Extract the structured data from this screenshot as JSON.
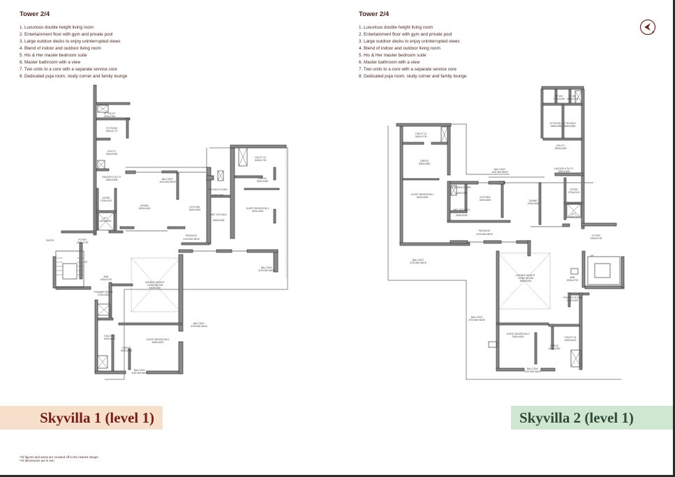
{
  "left_info": {
    "heading": "Tower 2/4",
    "features": [
      "1. Luxurious double height living room",
      "2. Entertainment floor with gym and private pool",
      "3. Large outdoor decks to enjoy uninterrupted views",
      "4. Blend of indoor and outdoor living room",
      "5. His & Her master bedroom suite",
      "6. Master bathroom with a view",
      "7. Two units to a core with a separate service core",
      "8. Dedicated puja room, study corner and family lounge"
    ]
  },
  "right_info": {
    "heading": "Tower 2/4",
    "features": [
      "1. Luxurious double height living room",
      "2. Entertainment floor with gym and private pool",
      "3. Large outdoor decks to enjoy uninterrupted views",
      "4. Blend of indoor and outdoor living room",
      "5. His & Her master bedroom suite",
      "6. Master bathroom with a view",
      "7. Two units to a core with a separate service core",
      "8. Dedicated puja room, study corner and family lounge"
    ]
  },
  "compass": {
    "icon": "north-arrow-icon",
    "color": "#6b2a1c"
  },
  "plan_left": {
    "title": "Skyvilla 1 (level 1)",
    "badge_color": "#f6e0cc",
    "text_color": "#7a1a14",
    "entry_label": "ENTRY",
    "rooms": {
      "st_toilet": [
        "ST TOILET",
        "1300x1340"
      ],
      "st_room": [
        "ST ROOM",
        "2900x1770"
      ],
      "utility": [
        "UTILITY",
        "3000x2450"
      ],
      "indoor_utility": [
        "INDOOR UTILITY",
        "2800x1605"
      ],
      "store": [
        "STORE",
        "1705x2100"
      ],
      "lift": [
        "LIFT",
        "1800x2000"
      ],
      "foyer": [
        "FOYER",
        "1900x2725"
      ],
      "dining": [
        "DINING",
        "3000x3400"
      ],
      "balcony_top": [
        "BALCONY",
        "1100 MM WIDE"
      ],
      "kitchen": [
        "KITCHEN",
        "3000x3000"
      ],
      "kitchen_store": [
        "KITCHEN STORE",
        "1305x2000"
      ],
      "wet_kitchen": [
        "WET KITCHEN",
        "1505x2155"
      ],
      "passage": [
        "PASSAGE",
        "1200 MM WIDE"
      ],
      "toilet_1": [
        "TOILET 01",
        "3000x1700"
      ],
      "dress_1": [
        "DRESS",
        "3000x1850"
      ],
      "guest_bedroom_1": [
        "GUEST BEDROOM 1",
        "4300x4000"
      ],
      "ac_ledge_top": [
        "AC LEDGE",
        "500"
      ],
      "balcony_side": [
        "BALCONY",
        "1100 MM WIDE"
      ],
      "balcony_mid": [
        "BALCONY",
        "3700 MM WIDE"
      ],
      "double_height": [
        "DOUBLE HEIGHT",
        "LIVING ROOM",
        "5400x5200"
      ],
      "bar": [
        "BAR",
        "2000x2700"
      ],
      "powder_room": [
        "POWDER ROOM",
        "1700x1500"
      ],
      "toilet_2": [
        "TOILET 02",
        "1600x2100"
      ],
      "dress_2": [
        "DRESS",
        "1600x2050"
      ],
      "guest_bedroom_2": [
        "GUEST BEDROOM 2",
        "3300x4000"
      ],
      "balcony_lower": [
        "BALCONY",
        "3750 MM WIDE"
      ],
      "balcony_bottom": [
        "BALCONY",
        "1100 MM WIDE"
      ],
      "stair_up": [
        "UP"
      ]
    }
  },
  "plan_right": {
    "title": "Skyvilla 2 (level 1)",
    "badge_color": "#cfe6d0",
    "text_color": "#2d4a3a",
    "rooms": {
      "toilet_1": [
        "TOILET 01",
        "3000x1700"
      ],
      "dress_1": [
        "DRESS",
        "3000x1850"
      ],
      "guest_bedroom_1": [
        "GUEST BEDROOM 1",
        "4300x4000"
      ],
      "balcony_side": [
        "BALCONY",
        "1100 MM WIDE"
      ],
      "ac_ledge": [
        "AC LEDGE",
        "500"
      ],
      "balcony_top": [
        "BALCONY",
        "1100 MM WIDE"
      ],
      "kitchen_store": [
        "KITCHEN STORE",
        "1305x2000"
      ],
      "kitchen": [
        "KITCHEN",
        "3000x3000"
      ],
      "wet_kitchen": [
        "WET KITCHEN",
        "1505x2155"
      ],
      "passage": [
        "PASSAGE",
        "1200 MM WIDE"
      ],
      "dining": [
        "DINING",
        "3700x3400"
      ],
      "st_toilet_1": [
        "ST WC",
        "1100x1300"
      ],
      "st_toilet_2": [
        "ST WC",
        "1100x1300"
      ],
      "st_room_1": [
        "ST ROOM 1",
        "1850x2550"
      ],
      "st_room_2": [
        "ST ROOM 2",
        "1850x2550"
      ],
      "utility": [
        "UTILITY",
        "3000x2450"
      ],
      "indoor_utility": [
        "INDOOR UTILITY",
        "2800x1605"
      ],
      "store": [
        "STORE",
        "1705x2100"
      ],
      "lift": [
        "LIFT",
        "1800x2000"
      ],
      "foyer": [
        "FOYER",
        "1900x2725"
      ],
      "balcony_left": [
        "BALCONY",
        "3750 MM WIDE"
      ],
      "balcony_lower": [
        "BALCONY",
        "3750 MM WIDE"
      ],
      "double_height": [
        "DOUBLE HEIGHT",
        "LIVING ROOM",
        "5400x5200"
      ],
      "bar": [
        "BAR",
        "2000x2700"
      ],
      "powder_room": [
        "POWDER ROOM",
        "1700x1500"
      ],
      "toilet_2": [
        "TOILET 02",
        "1600x2100"
      ],
      "dress_2": [
        "DRESS",
        "1600x2050"
      ],
      "guest_bedroom_2": [
        "GUEST BEDROOM 2",
        "3300x4000"
      ],
      "balcony_bottom": [
        "BALCONY",
        "1100 MM WIDE"
      ],
      "stair_up": [
        "UP"
      ]
    }
  },
  "footnotes": [
    "*All figures and areas are rounded off to the nearest integer",
    "*All dimensions are in mm"
  ]
}
